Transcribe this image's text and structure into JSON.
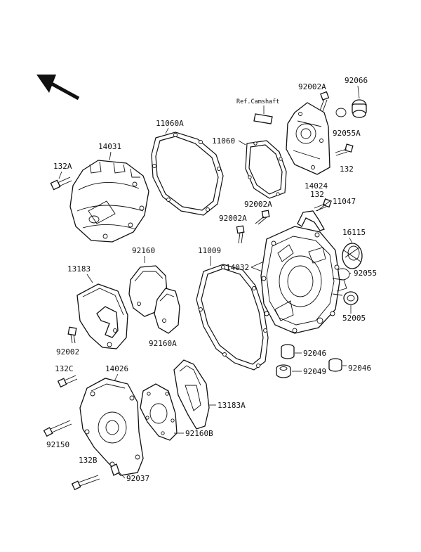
{
  "diagram": {
    "reference_note": "Ref.Camshaft",
    "part_labels": {
      "p92002A_top": "92002A",
      "p92066": "92066",
      "p11060A": "11060A",
      "p14031": "14031",
      "p132A": "132A",
      "p11060": "11060",
      "p92055A": "92055A",
      "p132_top": "132",
      "p14024": "14024",
      "p132_mid": "132",
      "p11047": "11047",
      "p92002A_mid": "92002A",
      "p92002A_left": "92002A",
      "p16115": "16115",
      "p92160": "92160",
      "p11009": "11009",
      "p14032": "14032",
      "p92055": "92055",
      "p13183": "13183",
      "p92160A": "92160A",
      "p92002": "92002",
      "p52005": "52005",
      "p92046_a": "92046",
      "p92049": "92049",
      "p92046_b": "92046",
      "p132C": "132C",
      "p14026": "14026",
      "p13183A": "13183A",
      "p92150": "92150",
      "p92160B": "92160B",
      "p132B": "132B",
      "p92037": "92037"
    },
    "icons": {
      "orientation": "arrow-up-left-icon"
    }
  }
}
